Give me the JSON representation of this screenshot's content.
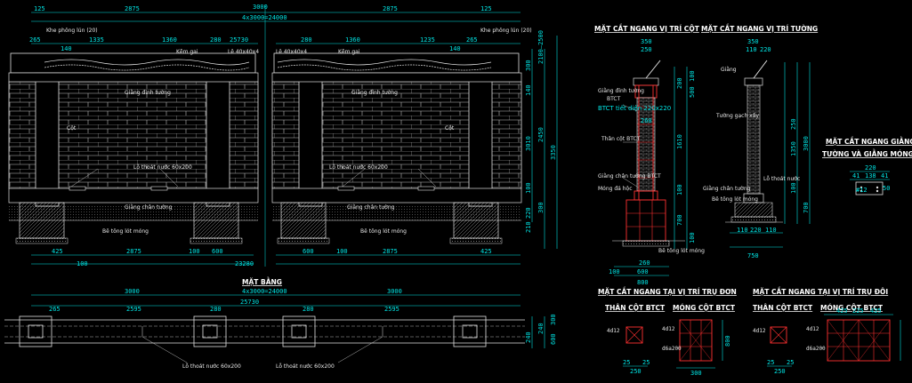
{
  "section_titles": {
    "cross_col": "MẶT CẮT NGANG VỊ TRÍ CỘT",
    "cross_wall": "MẶT CẮT NGANG VỊ TRÍ TƯỜNG",
    "cross_beam_1": "MẶT CẮT NGANG GIẰNG",
    "cross_beam_2": "TƯỜNG VÀ GIẰNG MÓNG",
    "plan": "MẶT BẰNG",
    "cross_single": "MẶT CẮT NGANG TẠI VỊ TRÍ TRỤ ĐƠN",
    "cross_double": "MẶT CẮT NGANG TẠI VỊ TRÍ TRỤ ĐÔI",
    "body_col_1": "THÂN CỘT BTCT",
    "foot_col_1": "MÓNG CỘT BTCT",
    "body_col_2": "THÂN CỘT BTCT",
    "foot_col_2": "MÓNG CỘT BTCT"
  },
  "elevation_labels": {
    "top_frame": "Khe phông lún (20)",
    "top_frame_2": "Khe phông lún (20)",
    "barbed": "Kẽm gai",
    "barbed_2": "Kẽm gai",
    "post_tag": "Lê 40x40x4",
    "post_tag_2": "Lê 40x40x4",
    "beam_top": "Giằng đỉnh tường",
    "beam_top_2": "Giằng đỉnh tường",
    "col": "Cột",
    "col_2": "Cột",
    "vent": "Lỗ thoát nước 60x200",
    "vent_2": "Lỗ thoát nước 60x200",
    "ground_beam": "Giằng chân tường",
    "ground_beam_2": "Giằng chân tường",
    "lean": "Bê tông lót móng",
    "lean_2": "Bê tông lót móng",
    "plan_vent": "Lỗ thoát nước 60x200",
    "plan_vent_2": "Lỗ thoát nước 60x200"
  },
  "elevation_dims": {
    "d125": "125",
    "d2875": "2875",
    "d3000_a": "3000",
    "d_axis": "4x3000=24000",
    "d125b": "125",
    "d2875b": "2875",
    "d265": "265",
    "d1335": "1335",
    "d1360": "1360",
    "d280": "280",
    "d25730": "25730",
    "d140": "140",
    "d280b": "280",
    "d1360b": "1360",
    "d1235": "1235",
    "d265b": "265",
    "d140b": "140",
    "d425": "425",
    "d100": "100",
    "d2875c": "2875",
    "d100b": "100",
    "d600": "600",
    "d23280": "23280",
    "d600b": "600",
    "d100c": "100",
    "d2875d": "2875",
    "d425b": "425",
    "v300": "300",
    "v140": "140",
    "v2450": "2450",
    "v3010": "3010",
    "v3350": "3350",
    "v100": "100",
    "v300b": "300",
    "v220": "220",
    "v210": "210",
    "v2100": "2100–2500"
  },
  "plan_dims": {
    "p3000": "3000",
    "p3000b": "3000",
    "p_axis": "4x3000=24000",
    "p25730": "25730",
    "p265": "265",
    "p2595": "2595",
    "p280": "280",
    "p280b": "280",
    "p2595b": "2595",
    "p240": "240",
    "p240b": "240",
    "p600": "600",
    "p300": "300"
  },
  "section_labels": {
    "beam_top": "Giằng đỉnh tường",
    "btct": "BTCT",
    "col_core": "BTCT tiết diện 220x220",
    "col_btct": "Thân cột BTCT",
    "wall": "Tường gạch xây",
    "beam_ground": "Giằng chân tường BTCT",
    "foot": "Móng đá hộc",
    "lean": "Bê tông lót móng",
    "wall_cap": "Giằng",
    "wall_brick": "Tường gạch xây",
    "vent": "Lỗ thoát nước",
    "wall_base": "Giằng chân tường",
    "lean_w": "Bê tông lót móng"
  },
  "section_dims": {
    "s350": "350",
    "s250": "250",
    "s260": "260",
    "s200": "200",
    "s100": "100",
    "s500": "500",
    "s1610": "1610",
    "s100b": "100",
    "s700": "700",
    "s100c": "100",
    "s260b": "260",
    "s600": "600",
    "s800": "800",
    "s100d": "100",
    "w350": "350",
    "w110": "110",
    "w220": "220",
    "w250": "250",
    "w1350": "1350",
    "w3000": "3000",
    "w100": "100",
    "w700": "700",
    "w750": "750",
    "w110b": "110",
    "w220b": "220",
    "w110c": "110",
    "b220": "220",
    "b41": "41",
    "b138": "138",
    "b41b": "41",
    "b50": "50",
    "b12": "#12"
  },
  "detail_labels": {
    "r4": "4d12",
    "r6": "4d12",
    "s6a200": "d6a200",
    "r4b": "4d12",
    "r5": "4d12",
    "s6a200b": "d6a200",
    "d25": "25",
    "d250": "250",
    "d25b": "25",
    "d800": "800",
    "d300": "300",
    "d25c": "25",
    "d250b": "250",
    "d25d": "25",
    "d425": "425",
    "d225": "225",
    "d425b": "425"
  }
}
